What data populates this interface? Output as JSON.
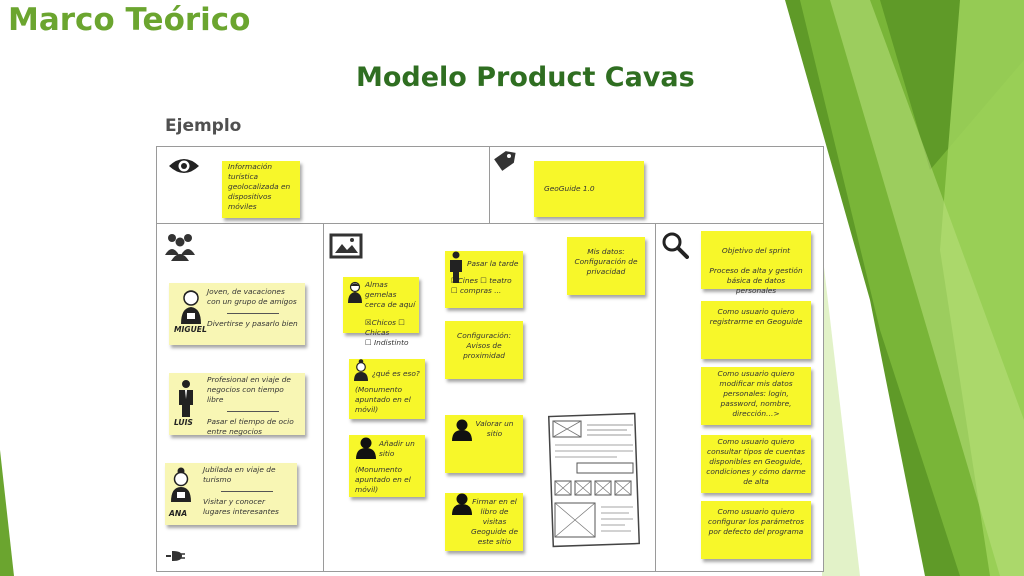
{
  "slide": {
    "title": "Marco Teórico",
    "subtitle": "Modelo Product Cavas",
    "example_label": "Ejemplo"
  },
  "canvas": {
    "vision_note": "Información turística geolocalizada en dispositivos móviles",
    "product_note": "GeoGuide 1.0",
    "personas": [
      {
        "name": "MIGUEL",
        "desc": "Joven, de vacaciones con un grupo de amigos",
        "goal": "Divertirse y pasarlo bien"
      },
      {
        "name": "LUIS",
        "desc": "Profesional en viaje de negocios con tiempo libre",
        "goal": "Pasar el tiempo de ocio entre negocios"
      },
      {
        "name": "ANA",
        "desc": "Jubilada en viaje de turismo",
        "goal": "Visitar y conocer lugares interesantes"
      }
    ],
    "scenes": {
      "almas": {
        "title": "Almas gemelas cerca de aquí",
        "line1": "☒Chicos ☐ Chicas",
        "line2": "☐  Indistinto"
      },
      "pasar_tarde": {
        "title": "Pasar la tarde",
        "line1": "☒Cines ☐ teatro",
        "line2": "☐ compras ..."
      },
      "mis_datos": "Mis datos: Configuración de privacidad",
      "configuracion": "Configuración: Avisos de proximidad",
      "que_es": {
        "title": "¿qué es eso?",
        "detail": "(Monumento apuntado en el móvil)"
      },
      "anadir": {
        "title": "Añadir un sitio",
        "detail": "(Monumento apuntado en el móvil)"
      },
      "valorar": "Valorar un sitio",
      "firmar": "Firmar en el libro de visitas Geoguide de este sitio"
    },
    "stories": [
      "Objetivo del sprint\n\nProceso de alta y gestión básica de datos personales",
      "Como usuario quiero registrarme en Geoguide",
      "Como usuario quiero modificar mis datos personales: login, password, nombre, dirección…>",
      "Como usuario quiero consultar tipos de cuentas disponibles en Geoguide, condiciones y cómo darme de alta",
      "Como usuario quiero configurar los parámetros por defecto del programa"
    ]
  },
  "colors": {
    "title": "#6ba52f",
    "subtitle": "#2f6e21",
    "note": "#f7f72a",
    "note_pale": "#f8f6b4",
    "accent_green_dark": "#5f9a28",
    "accent_green_light": "#a8d86a"
  },
  "icons": {
    "vision": "eye-icon",
    "product": "price-tag-icon",
    "personas": "people-group-icon",
    "scenes": "picture-frame-icon",
    "stories": "magnifier-icon",
    "misc": "plug-icon"
  }
}
